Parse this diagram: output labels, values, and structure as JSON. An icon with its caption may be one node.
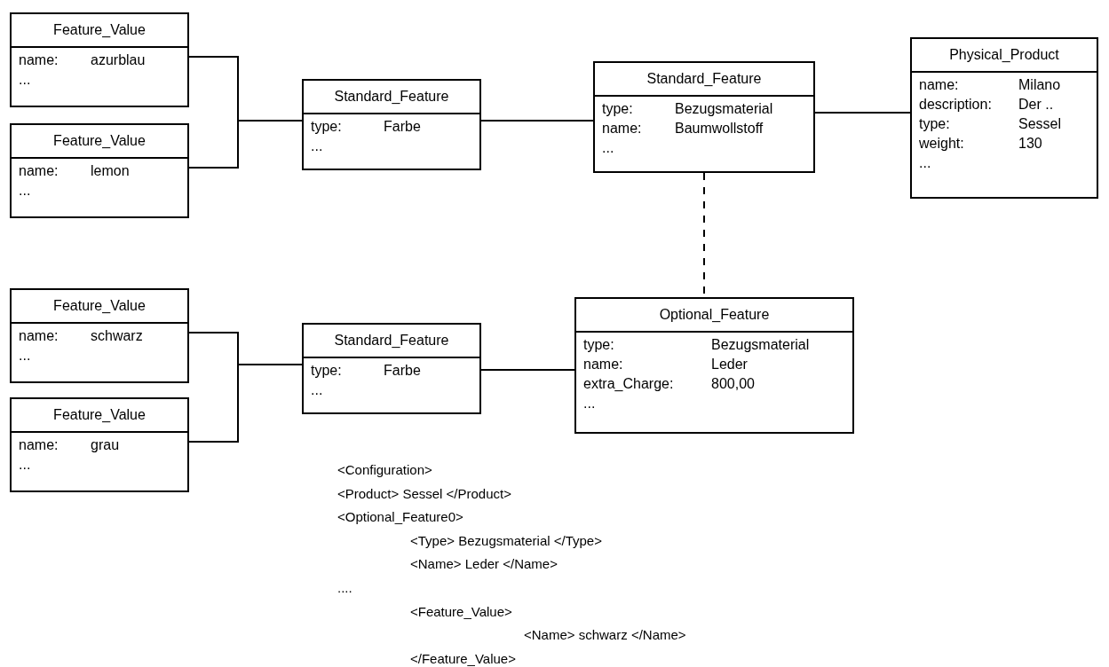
{
  "diagram": {
    "nodes": [
      {
        "text": [
          "Feature_Value",
          "name: azurblau",
          "..."
        ]
      },
      {
        "text": [
          "Feature_Value",
          "name: lemon",
          "..."
        ]
      },
      {
        "text": [
          "Standard_Feature",
          "type: Farbe",
          "..."
        ]
      },
      {
        "text": [
          "Standard_Feature",
          "type: Bezugsmaterial",
          "name: Baumwollstoff",
          "..."
        ]
      },
      {
        "text": [
          "Physical_Product",
          "name: Milano",
          "description: Der ..",
          "type: Sessel",
          "weight: 130",
          "..."
        ]
      },
      {
        "text": [
          "Feature_Value",
          "name: schwarz",
          "..."
        ]
      },
      {
        "text": [
          "Feature_Value",
          "name: grau",
          "..."
        ]
      },
      {
        "text": [
          "Standard_Feature",
          "type: Farbe",
          "..."
        ]
      },
      {
        "text": [
          "Optional_Feature",
          "type: Bezugsmaterial",
          "name: Leder",
          "extra_Charge: 800,00",
          "..."
        ]
      }
    ],
    "edges": [
      {
        "from": 0,
        "to": 2,
        "arrow": "none"
      },
      {
        "from": 1,
        "to": 2,
        "arrow": "none"
      },
      {
        "from": 2,
        "to": 3,
        "arrow": "none"
      },
      {
        "from": 3,
        "to": 4,
        "arrow": "none"
      },
      {
        "from": 3,
        "to": 8,
        "arrow": "none",
        "style": "dashed"
      },
      {
        "from": 5,
        "to": 7,
        "arrow": "none"
      },
      {
        "from": 6,
        "to": 7,
        "arrow": "none"
      },
      {
        "from": 7,
        "to": 8,
        "arrow": "none"
      }
    ],
    "labels": [
      "<Configuration>",
      "<Product> Sessel </Product>",
      "<Optional_Feature0>",
      "<Type> Bezugsmaterial </Type>",
      "<Name> Leder </Name>",
      "....",
      "<Feature_Value>",
      "<Name> schwarz </Name>",
      "</Feature_Value>"
    ]
  }
}
